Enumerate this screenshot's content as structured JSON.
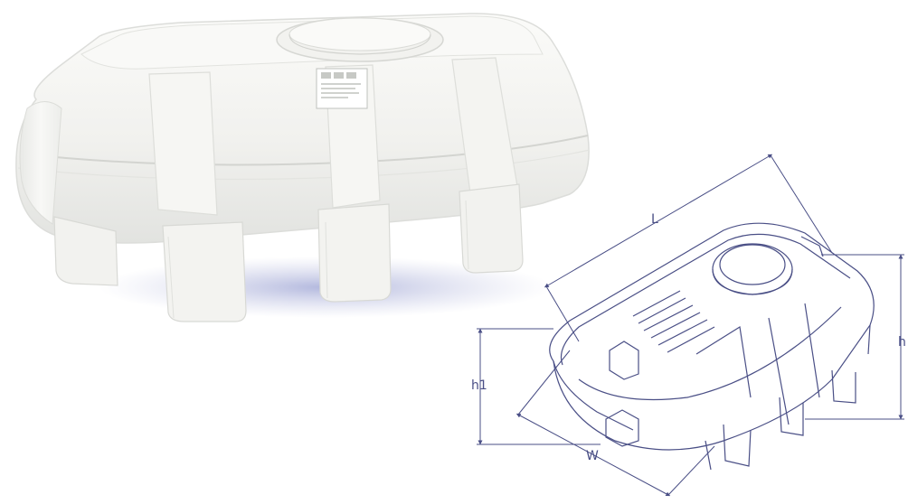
{
  "dimensions": {
    "length_label": "L",
    "height_label": "h",
    "inlet_height_label": "h1",
    "width_label": "W"
  },
  "colors": {
    "tank_body": "#f4f4f1",
    "tank_shadow": "#d9dbd9",
    "drawing_line": "#4a4f86",
    "ground_shadow": "#b9bdde"
  }
}
